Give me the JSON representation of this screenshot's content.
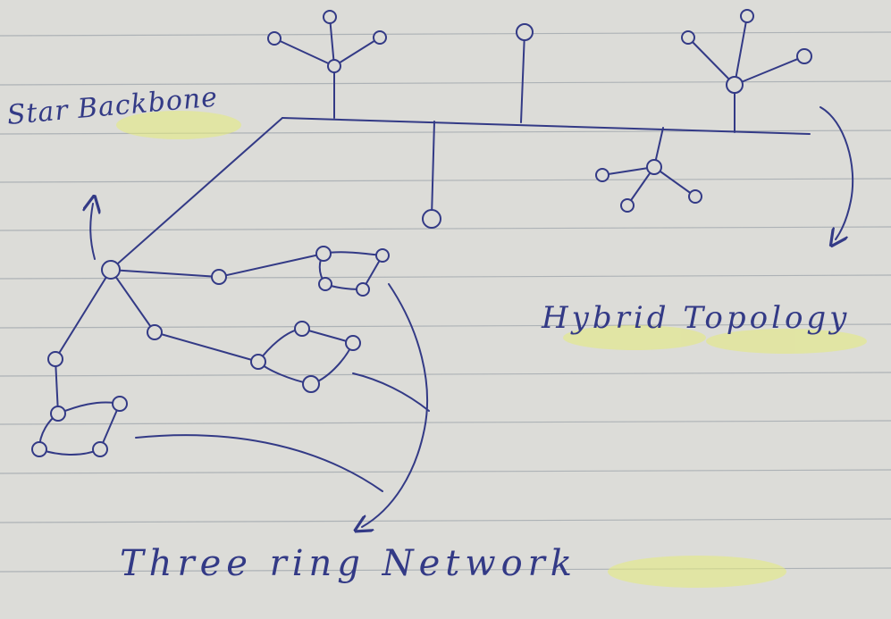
{
  "labels": {
    "star_backbone": "Star Backbone",
    "hybrid_topology": "Hybrid Topology",
    "three_ring_network": "Three ring Network"
  },
  "colors": {
    "paper": "#dcdcd8",
    "rule_line": "#9aa1a8",
    "ink": "#333a86",
    "highlight": "#e6ec7a"
  }
}
